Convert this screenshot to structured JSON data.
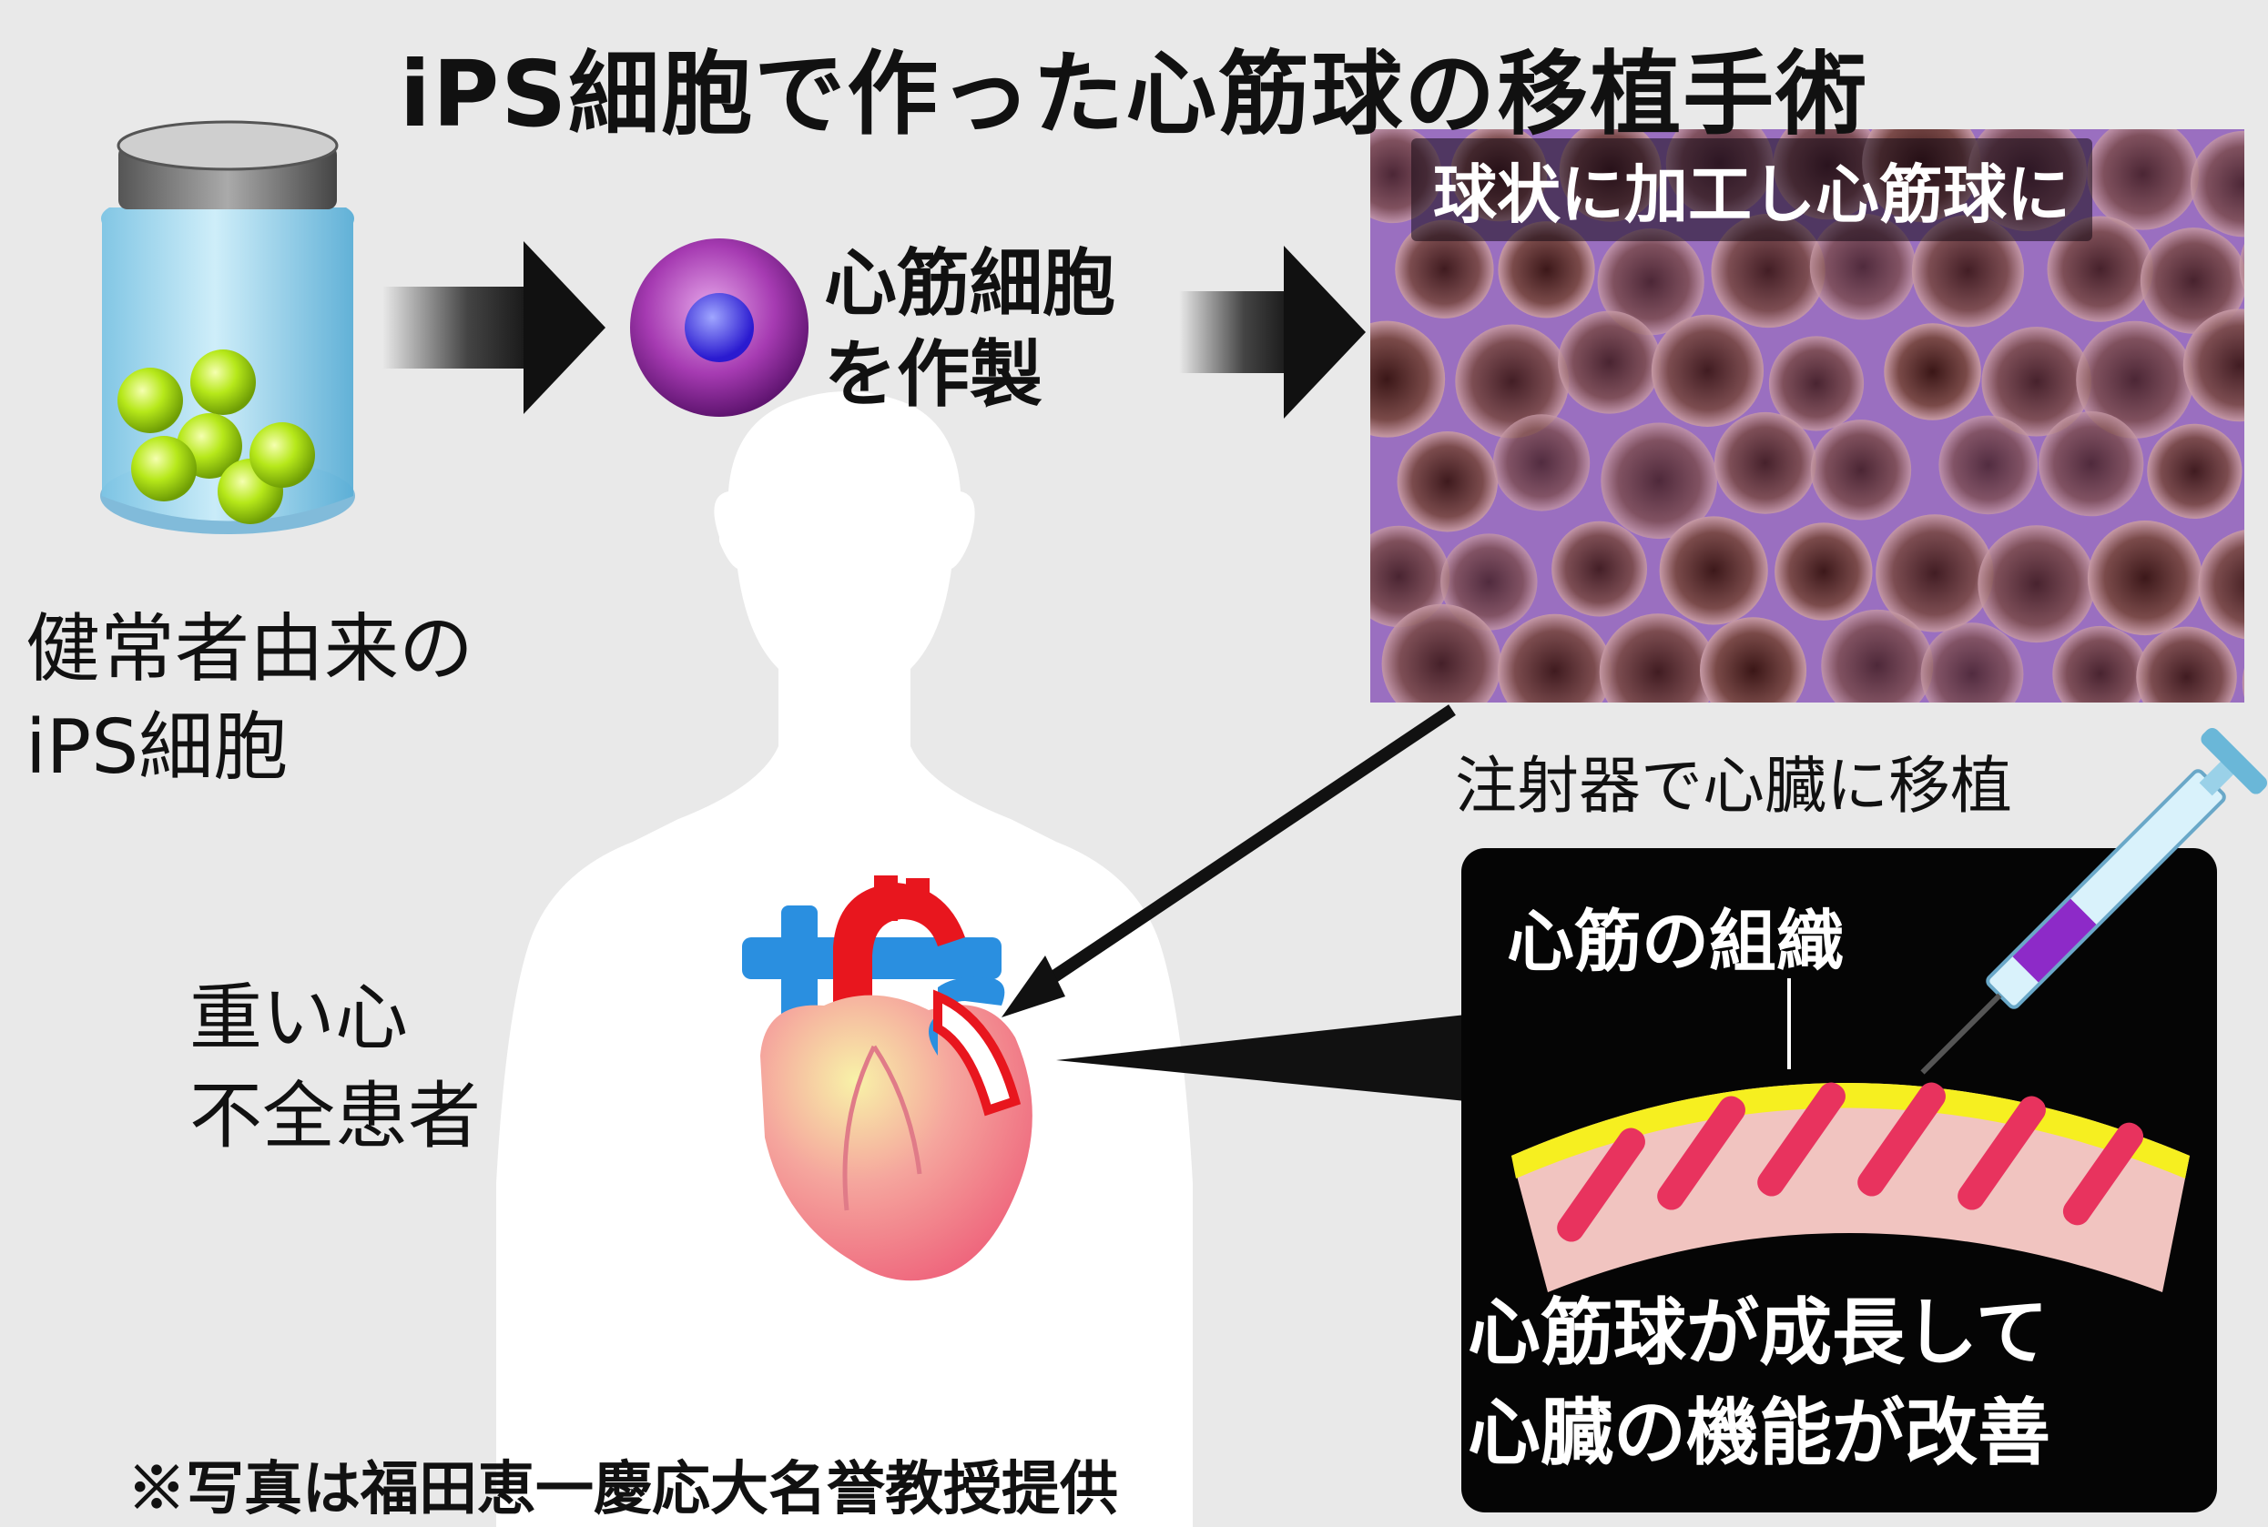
{
  "title": "iPS細胞で作った心筋球の移植手術",
  "jar_caption": {
    "line1": "健常者由来の",
    "line2": "iPS細胞"
  },
  "cardiomyocyte_caption": {
    "line1": "心筋細胞",
    "line2": "を作製"
  },
  "photo_caption": "球状に加工し心筋球に",
  "injection_caption": "注射器で心臓に移植",
  "patient_caption": {
    "line1": "重い心",
    "line2": "不全患者"
  },
  "tissue_label": "心筋の組織",
  "result_caption": {
    "line1": "心筋球が成長して",
    "line2": "心臓の機能が改善"
  },
  "credit": "※写真は福田恵一慶応大名誉教授提供",
  "colors": {
    "background": "#e9e9e9",
    "ips_cell_green": "#b6e81a",
    "cardiomyocyte_purple": "#9b2fa6",
    "heart_pink": "#f07b8a",
    "aorta_red": "#e8161e",
    "vein_blue": "#2a8fe0",
    "tissue_yellow": "#f6ef20",
    "tissue_pink": "#f1c4c0",
    "muscle_red": "#e8335e",
    "inset_black": "#050505",
    "photo_purple": "#9a6fc0"
  }
}
